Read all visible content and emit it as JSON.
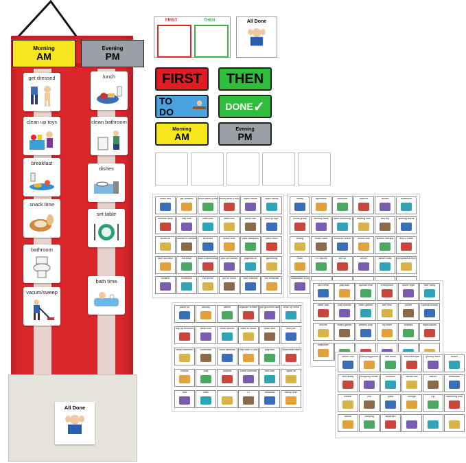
{
  "board": {
    "header_left": {
      "small": "Morning",
      "big": "AM",
      "color": "#f6e71c"
    },
    "header_right": {
      "small": "Evening",
      "big": "PM",
      "color": "#9aa0a6"
    },
    "left_cards": [
      "get dressed",
      "clean up toys",
      "breakfast",
      "snack time",
      "bathroom",
      "vacum/sweep"
    ],
    "right_cards": [
      "lunch",
      "clean bathroom",
      "dishes",
      "set table",
      "bath time"
    ],
    "all_done": "All Done",
    "colors": {
      "board": "#d8262b",
      "tray": "#e6e3dc"
    }
  },
  "first_then": {
    "first": "FIRST",
    "then": "THEN",
    "first_color": "#e02424",
    "then_color": "#3bb34a"
  },
  "all_done_small": "All Done",
  "strips": [
    {
      "text": "FIRST",
      "bg": "#e31b23",
      "fg": "#111111"
    },
    {
      "text": "THEN",
      "bg": "#2fbe3c",
      "fg": "#111111"
    },
    {
      "text": "TO DO",
      "bg": "#4aa3df",
      "fg": "#111111"
    },
    {
      "text": "DONE",
      "bg": "#2fbe3c",
      "fg": "#ffffff"
    },
    {
      "text_small": "Morning",
      "text": "AM",
      "bg": "#f6e71c",
      "fg": "#111111"
    },
    {
      "text_small": "Evening",
      "text": "PM",
      "bg": "#9aa0a6",
      "fg": "#111111"
    }
  ],
  "sheet1": [
    [
      "make bed",
      "get dressed",
      "brush teeth & floss",
      "brush teeth & floss",
      "wash hands",
      "wash hands"
    ],
    [
      "bedtime story",
      "nap time",
      "bathroom",
      "bathroom",
      "brush hair",
      "pick up toys"
    ],
    [
      "shoes on",
      "clothes in hamper",
      "eat lunch",
      "snack time",
      "pack backpack",
      "pack lunch"
    ],
    [
      "take out trash",
      "eat lunch",
      "take a bath/shower",
      "pick out clothes",
      "pajamas on",
      "gardening"
    ],
    [
      "bedtime",
      "homework",
      "eat dinner",
      "put on lotion",
      "take vitamins",
      "eat breakfast"
    ]
  ],
  "sheet2": [
    [
      "library",
      "alphabets",
      "computer",
      "science",
      "recess",
      "auditorium"
    ],
    [
      "social group",
      "sensory table",
      "quiet time/study",
      "reading time",
      "field trip",
      "spelling words"
    ],
    [
      "writing",
      "music class",
      "behavior check",
      "school bus",
      "speech therapy",
      "arts & crafts"
    ],
    [
      "math",
      "P.E./sports",
      "line up",
      "dinner",
      "dance class",
      "occupational therapy"
    ],
    [
      "class/table work",
      "",
      "",
      "",
      "",
      ""
    ]
  ],
  "sheet3": [
    [
      "kid's meal",
      "play date",
      "special treat",
      "iPad/phone",
      "movie night",
      "bike riding"
    ],
    [
      "water play",
      "play outside",
      "video games",
      "free time",
      "puzzle",
      "Special Activity"
    ],
    [
      "movies",
      "board games",
      "pretend play",
      "toy store",
      "bubbles",
      "legos/blocks"
    ],
    [
      "sleepover",
      "",
      "",
      "",
      "",
      ""
    ]
  ],
  "sheet4": [
    [
      "jacket on",
      "laundry",
      "dishes",
      "organize dresser",
      "put groceries away",
      "clean up mess"
    ],
    [
      "tidy up bedroom",
      "clean floor",
      "clean kitchen",
      "listen to music",
      "wash face",
      "feed pet"
    ],
    [
      "clean bathroom",
      "cook/bake",
      "clean windows",
      "help Mom & Dad",
      "play time",
      "clean/clear table"
    ],
    [
      "recycle",
      "dust",
      "projects",
      "check calendar",
      "self-care",
      "lights off"
    ],
    [
      "vote",
      "sitter",
      "",
      "TV",
      "breakfast",
      "family time"
    ]
  ],
  "sheet5": [
    [
      "doctor visit",
      "park/playground",
      "fast foods",
      "church/temple",
      "grocery store",
      "beach"
    ],
    [
      "visit family",
      "shopping center",
      "museum",
      "dental visit",
      "haircut",
      "restaurant"
    ],
    [
      "theater",
      "zoo",
      "party",
      "outings",
      "trip",
      "swimming pool"
    ],
    [
      "school",
      "camping",
      "aquarium",
      "",
      "",
      ""
    ]
  ]
}
